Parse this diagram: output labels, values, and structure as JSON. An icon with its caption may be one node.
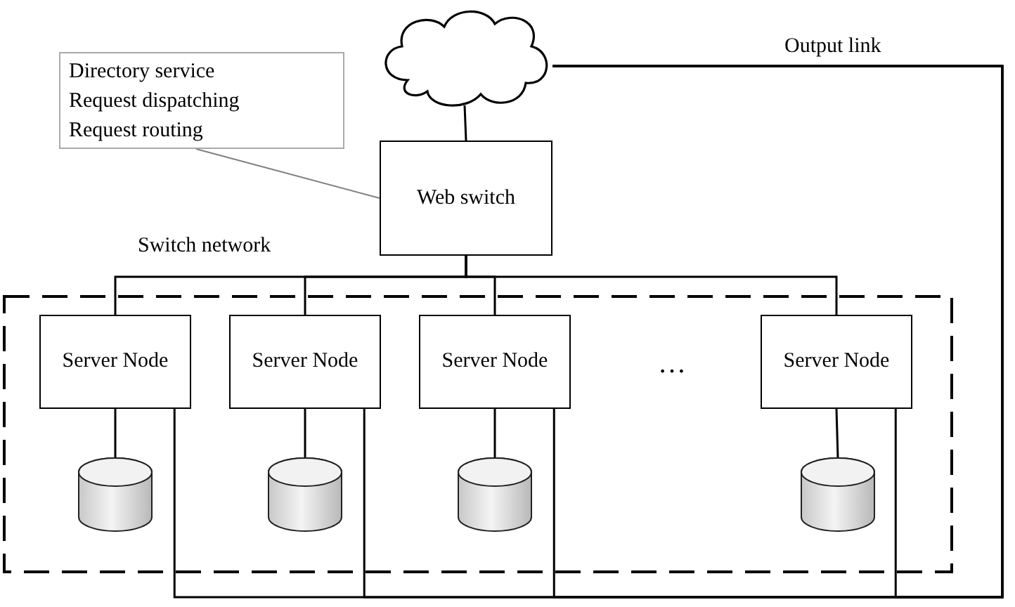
{
  "diagram": {
    "nodes": [
      {
        "text": [],
        "shape": "cloud"
      },
      {
        "text": [
          "Directory service",
          "Request dispatching",
          "Request routing"
        ]
      },
      {
        "text": [
          "Web switch"
        ]
      },
      {
        "text": [
          "Switch network"
        ]
      },
      {
        "text": [
          "Server Node"
        ],
        "in": 3
      },
      {
        "text": [
          "Server Node"
        ],
        "in": 3
      },
      {
        "text": [
          "Server Node"
        ],
        "in": 3
      },
      {
        "text": [
          "Server Node"
        ],
        "in": 3
      },
      {
        "text": [],
        "shape": "cylinder",
        "in": 3
      },
      {
        "text": [],
        "shape": "cylinder",
        "in": 3
      },
      {
        "text": [],
        "shape": "cylinder",
        "in": 3
      },
      {
        "text": [],
        "shape": "cylinder",
        "in": 3
      }
    ],
    "edges": [
      {
        "from": 0,
        "to": 2,
        "arrow": "none"
      },
      {
        "from": 1,
        "to": 2,
        "arrow": "none",
        "color": "#808080"
      },
      {
        "from": 2,
        "to": 4,
        "arrow": "none"
      },
      {
        "from": 2,
        "to": 5,
        "arrow": "none"
      },
      {
        "from": 2,
        "to": 6,
        "arrow": "none"
      },
      {
        "from": 2,
        "to": 7,
        "arrow": "none"
      },
      {
        "from": 4,
        "to": 8,
        "arrow": "none"
      },
      {
        "from": 5,
        "to": 9,
        "arrow": "none"
      },
      {
        "from": 6,
        "to": 10,
        "arrow": "none"
      },
      {
        "from": 7,
        "to": 11,
        "arrow": "none"
      },
      {
        "from": 0,
        "to": 4,
        "arrow": "none",
        "label": "Output link"
      },
      {
        "from": 0,
        "to": 5,
        "arrow": "none"
      },
      {
        "from": 0,
        "to": 6,
        "arrow": "none"
      },
      {
        "from": 0,
        "to": 7,
        "arrow": "none"
      }
    ],
    "labels": [
      "…"
    ]
  }
}
